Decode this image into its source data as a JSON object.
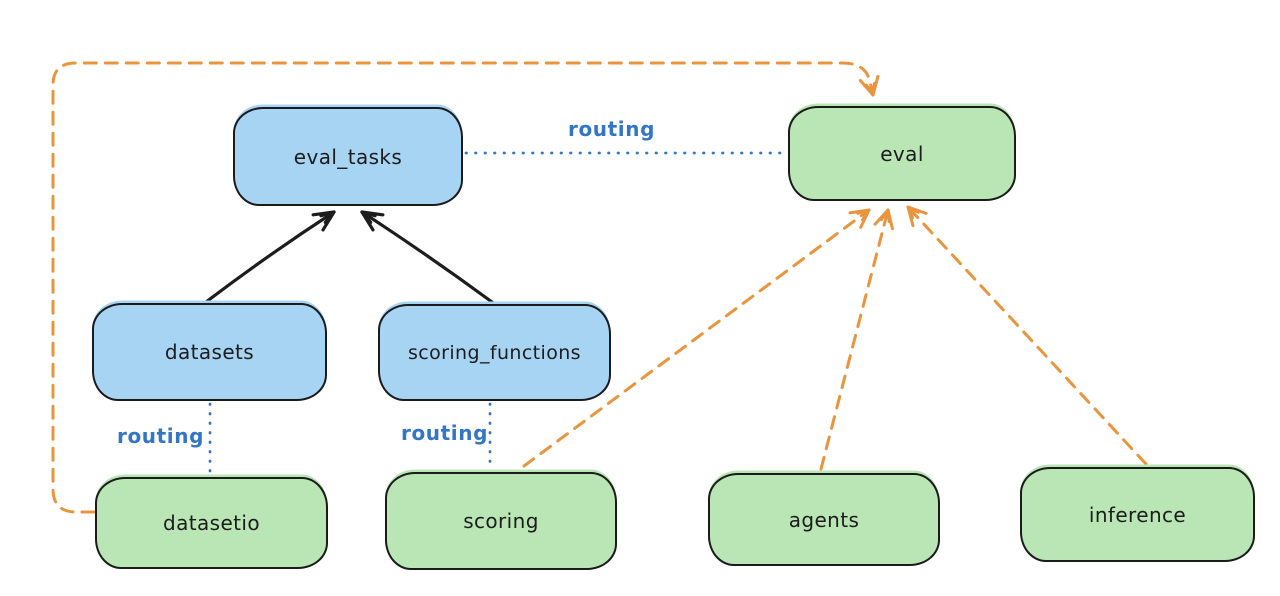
{
  "diagram": {
    "nodes": [
      {
        "id": "eval_tasks",
        "label": "eval_tasks",
        "fill": "blue"
      },
      {
        "id": "eval",
        "label": "eval",
        "fill": "green"
      },
      {
        "id": "datasets",
        "label": "datasets",
        "fill": "blue"
      },
      {
        "id": "scoring_functions",
        "label": "scoring_functions",
        "fill": "blue"
      },
      {
        "id": "datasetio",
        "label": "datasetio",
        "fill": "green"
      },
      {
        "id": "scoring",
        "label": "scoring",
        "fill": "green"
      },
      {
        "id": "agents",
        "label": "agents",
        "fill": "green"
      },
      {
        "id": "inference",
        "label": "inference",
        "fill": "green"
      }
    ],
    "edges": [
      {
        "from": "eval_tasks",
        "to": "eval",
        "label": "routing",
        "style": "dotted-blue"
      },
      {
        "from": "datasets",
        "to": "datasetio",
        "label": "routing",
        "style": "dotted-blue"
      },
      {
        "from": "scoring_functions",
        "to": "scoring",
        "label": "routing",
        "style": "dotted-blue"
      },
      {
        "from": "datasets",
        "to": "eval_tasks",
        "style": "solid-black-arrow"
      },
      {
        "from": "scoring_functions",
        "to": "eval_tasks",
        "style": "solid-black-arrow"
      },
      {
        "from": "datasetio",
        "to": "eval",
        "style": "dashed-orange-arrow"
      },
      {
        "from": "scoring",
        "to": "eval",
        "style": "dashed-orange-arrow"
      },
      {
        "from": "agents",
        "to": "eval",
        "style": "dashed-orange-arrow"
      },
      {
        "from": "inference",
        "to": "eval",
        "style": "dashed-orange-arrow"
      }
    ]
  },
  "colors": {
    "canvas_bg": "#ffffff",
    "node_border": "#1b1b1b",
    "node_blue_fill": "#a8d4f4",
    "node_green_fill": "#b9e6b4",
    "node_text": "#1c1c1c",
    "routing_blue": "#3276c4",
    "provider_orange": "#e8953e",
    "arrow_black": "#1d1d1d"
  }
}
